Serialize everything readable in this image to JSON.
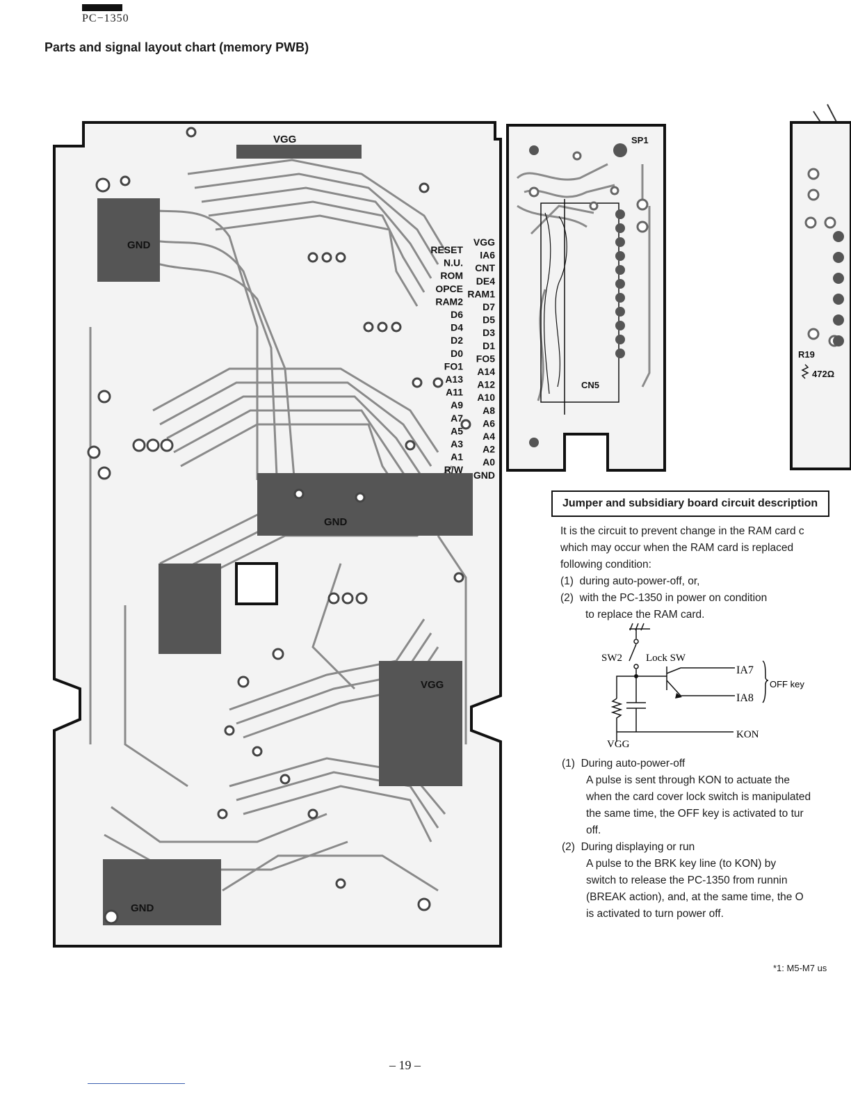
{
  "header": {
    "model": "PC−1350",
    "title": "Parts and signal layout chart (memory PWB)"
  },
  "pcb_main": {
    "labels": {
      "vgg_top": "VGG",
      "gnd_upper": "GND",
      "gnd_middle": "GND",
      "vgg_lower": "VGG",
      "gnd_bottom": "GND"
    },
    "left_signals": [
      "RESET",
      "N.U.",
      "ROM",
      "OPCE",
      "RAM2",
      "D6",
      "D4",
      "D2",
      "D0",
      "FO1",
      "A13",
      "A11",
      "A9",
      "A7",
      "A5",
      "A3",
      "A1",
      "R/W"
    ],
    "right_signals": [
      "VGG",
      "IA6",
      "CNT",
      "DE4",
      "RAM1",
      "D7",
      "D5",
      "D3",
      "D1",
      "FO5",
      "A14",
      "A12",
      "A10",
      "A8",
      "A6",
      "A4",
      "A2",
      "A0",
      "GND"
    ]
  },
  "pcb_sub": {
    "sp1": "SP1",
    "cn5": "CN5"
  },
  "pcb_right": {
    "r19": "R19",
    "r19_value": "472Ω"
  },
  "description": {
    "title": "Jumper and subsidiary board circuit description",
    "intro": [
      "It is the circuit to prevent change in the RAM card c",
      "which may occur when the RAM card is replaced",
      "following condition:"
    ],
    "conditions": [
      {
        "num": "(1)",
        "text": "during auto-power-off, or,"
      },
      {
        "num": "(2)",
        "text": "with the PC-1350 in power on condition"
      }
    ],
    "conditions_cont": "to replace the RAM card."
  },
  "circuit": {
    "sw2": "SW2",
    "lock_sw": "Lock SW",
    "ia7": "IA7",
    "ia8": "IA8",
    "off_key": "OFF key",
    "vgg": "VGG",
    "kon": "KON"
  },
  "explanations": [
    {
      "num": "(1)",
      "heading": "During auto-power-off",
      "lines": [
        "A pulse is sent through KON to actuate the",
        "when the card cover lock switch is manipulated",
        "the same time, the OFF key is activated to tur",
        "off."
      ]
    },
    {
      "num": "(2)",
      "heading": "During displaying or run",
      "lines": [
        "A pulse to the BRK key line (to KON) by",
        "switch to release the PC-1350 from runnin",
        "(BREAK action), and, at the same time, the O",
        "is activated to turn power off."
      ]
    }
  ],
  "footnote": "*1:  M5-M7 us",
  "page_number": "– 19 –",
  "colors": {
    "trace": "#8a8a8a",
    "board_fill": "#f3f3f3",
    "pad_dark": "#555555",
    "ink": "#111111"
  }
}
